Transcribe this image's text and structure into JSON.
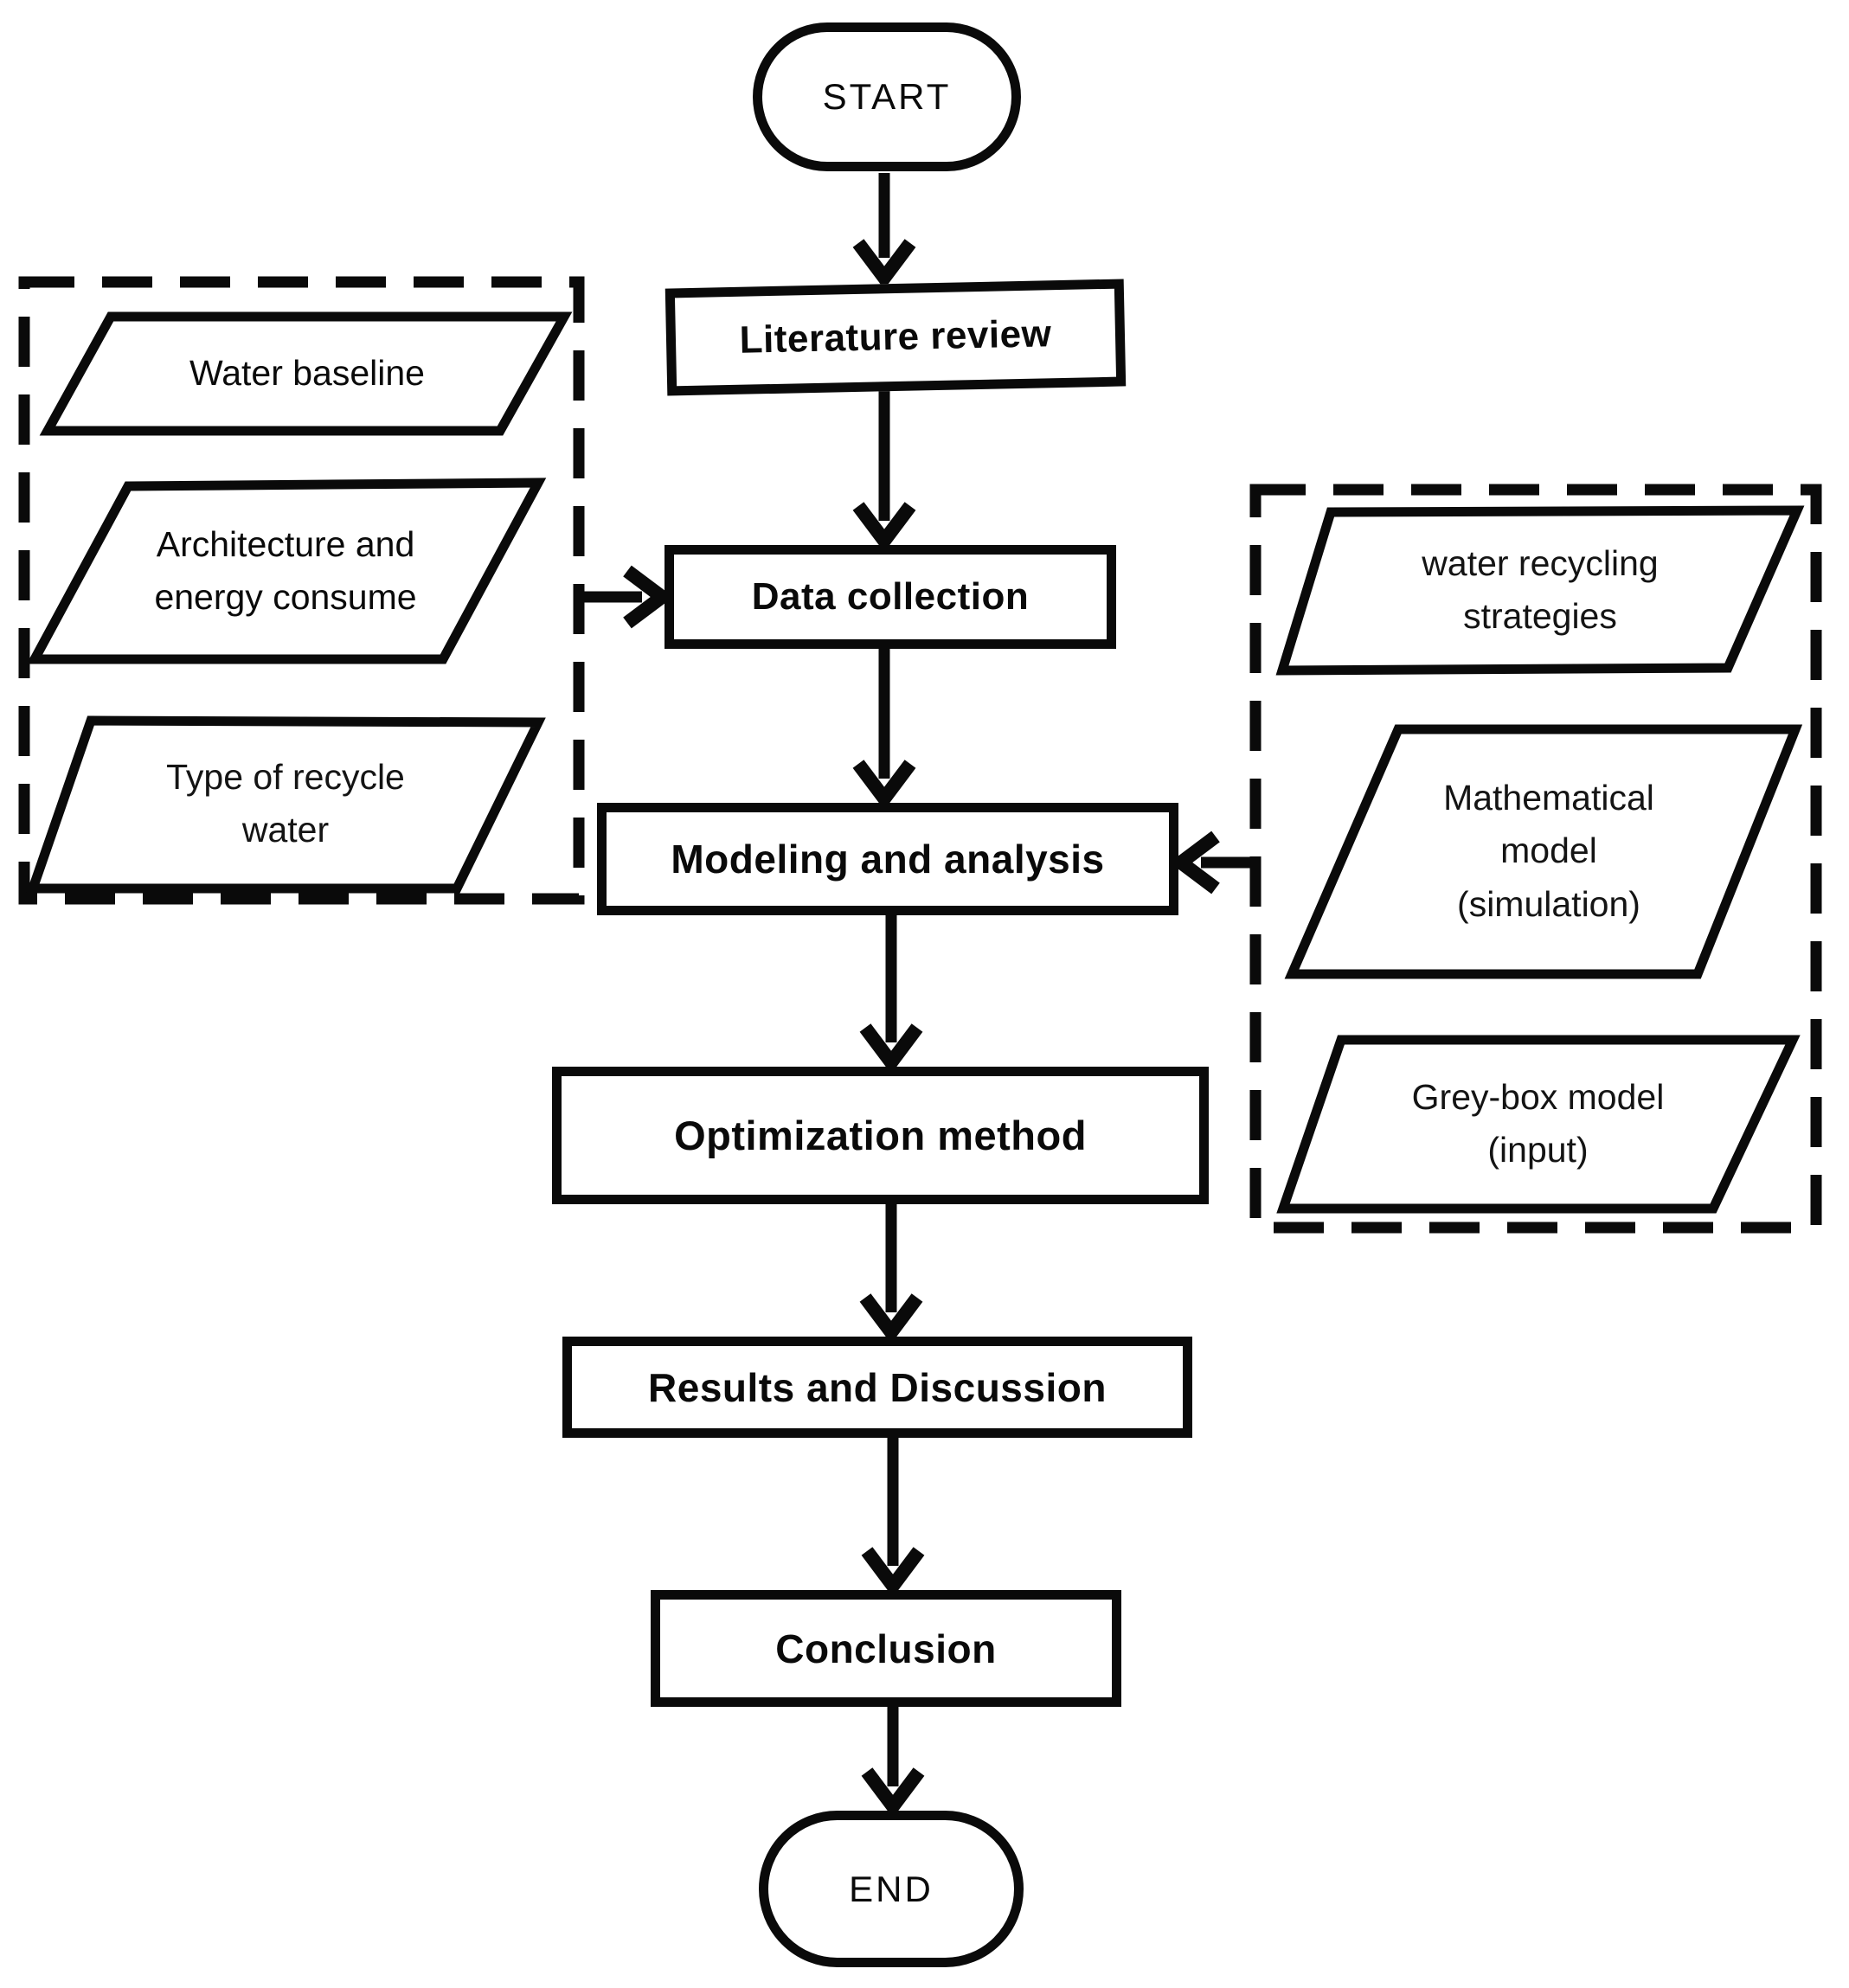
{
  "diagram": {
    "colors": {
      "ink": "#0a0a0a",
      "background": "#ffffff"
    },
    "nodes": {
      "start": "START",
      "literature_review": "Literature review",
      "data_collection": "Data collection",
      "modeling_analysis": "Modeling and analysis",
      "optimization_method": "Optimization method",
      "results_discussion": "Results and Discussion",
      "conclusion": "Conclusion",
      "end": "END"
    },
    "left_inputs": {
      "items": [
        {
          "lines": [
            "Water baseline"
          ]
        },
        {
          "lines": [
            "Architecture and",
            "energy consume"
          ]
        },
        {
          "lines": [
            "Type of recycle",
            "water"
          ]
        }
      ]
    },
    "right_inputs": {
      "items": [
        {
          "lines": [
            "water recycling",
            "strategies"
          ]
        },
        {
          "lines": [
            "Mathematical",
            "model",
            "(simulation)"
          ]
        },
        {
          "lines": [
            "Grey-box model",
            "(input)"
          ]
        }
      ]
    }
  }
}
